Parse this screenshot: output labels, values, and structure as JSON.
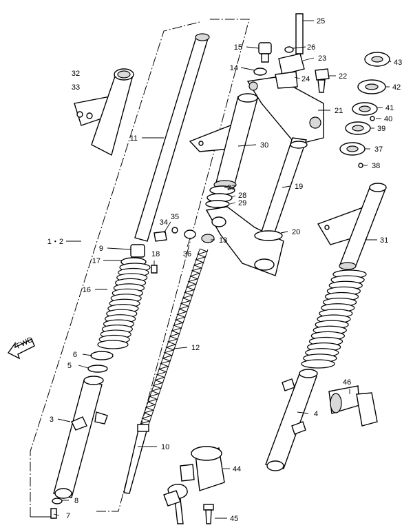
{
  "fwd_label": "FWD",
  "parts": [
    {
      "key": "p1",
      "text": "1・2"
    },
    {
      "key": "p3",
      "text": "3"
    },
    {
      "key": "p4",
      "text": "4"
    },
    {
      "key": "p5",
      "text": "5"
    },
    {
      "key": "p6",
      "text": "6"
    },
    {
      "key": "p7",
      "text": "7"
    },
    {
      "key": "p8",
      "text": "8"
    },
    {
      "key": "p9",
      "text": "9"
    },
    {
      "key": "p10",
      "text": "10"
    },
    {
      "key": "p11",
      "text": "11"
    },
    {
      "key": "p12",
      "text": "12"
    },
    {
      "key": "p13",
      "text": "13"
    },
    {
      "key": "p14",
      "text": "14"
    },
    {
      "key": "p15",
      "text": "15"
    },
    {
      "key": "p16",
      "text": "16"
    },
    {
      "key": "p17",
      "text": "17"
    },
    {
      "key": "p18",
      "text": "18"
    },
    {
      "key": "p19",
      "text": "19"
    },
    {
      "key": "p20",
      "text": "20"
    },
    {
      "key": "p21",
      "text": "21"
    },
    {
      "key": "p22",
      "text": "22"
    },
    {
      "key": "p23",
      "text": "23"
    },
    {
      "key": "p24",
      "text": "24"
    },
    {
      "key": "p25",
      "text": "25"
    },
    {
      "key": "p26",
      "text": "26"
    },
    {
      "key": "p27",
      "text": "27"
    },
    {
      "key": "p28",
      "text": "28"
    },
    {
      "key": "p29",
      "text": "29"
    },
    {
      "key": "p30",
      "text": "30"
    },
    {
      "key": "p31",
      "text": "31"
    },
    {
      "key": "p32",
      "text": "32"
    },
    {
      "key": "p33",
      "text": "33"
    },
    {
      "key": "p34",
      "text": "34"
    },
    {
      "key": "p35",
      "text": "35"
    },
    {
      "key": "p36",
      "text": "36"
    },
    {
      "key": "p37",
      "text": "37"
    },
    {
      "key": "p38",
      "text": "38"
    },
    {
      "key": "p39",
      "text": "39"
    },
    {
      "key": "p40",
      "text": "40"
    },
    {
      "key": "p41",
      "text": "41"
    },
    {
      "key": "p42",
      "text": "42"
    },
    {
      "key": "p43",
      "text": "43"
    },
    {
      "key": "p44",
      "text": "44"
    },
    {
      "key": "p45",
      "text": "45"
    },
    {
      "key": "p46",
      "text": "46"
    }
  ]
}
